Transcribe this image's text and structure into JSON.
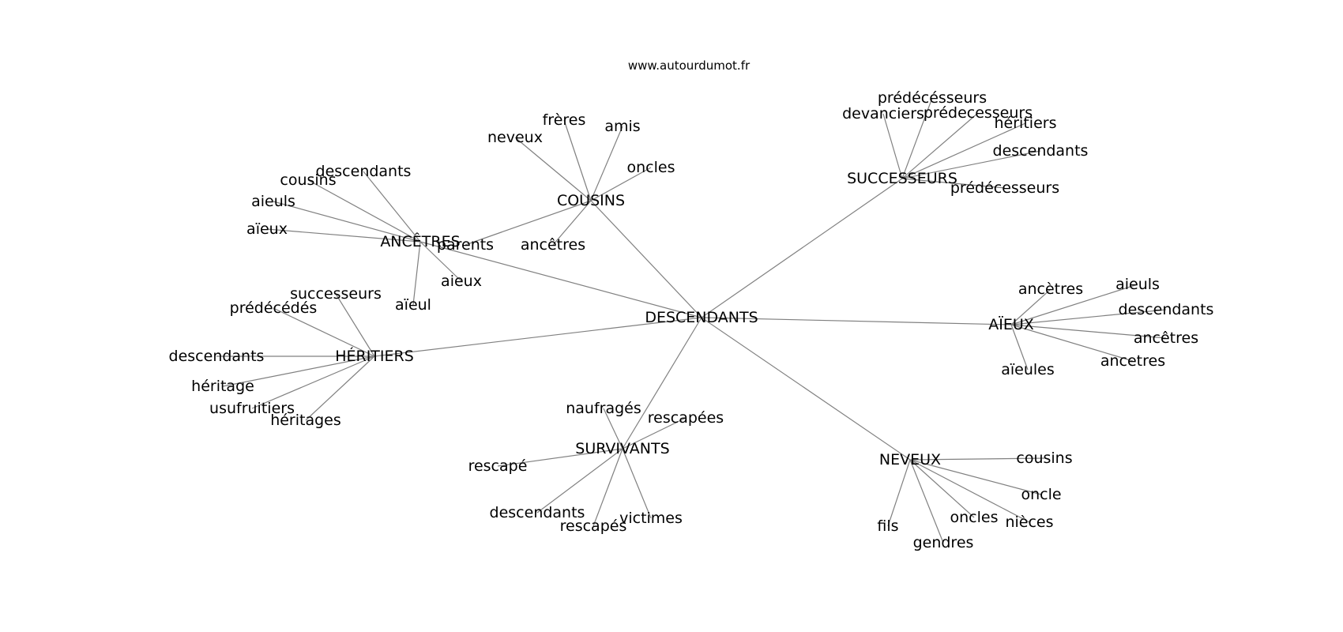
{
  "source": "www.autourdumot.fr",
  "graph": {
    "root": "DESCENDANTS",
    "hubs": [
      {
        "label": "COUSINS",
        "leaves": [
          "neveux",
          "frères",
          "amis",
          "oncles",
          "ancêtres",
          "parents"
        ]
      },
      {
        "label": "ANCÊTRES",
        "leaves": [
          "descendants",
          "cousins",
          "aieuls",
          "aïeux",
          "aieux",
          "aïeul"
        ]
      },
      {
        "label": "HÉRITIERS",
        "leaves": [
          "successeurs",
          "prédécédés",
          "descendants",
          "héritage",
          "usufruitiers",
          "héritages"
        ]
      },
      {
        "label": "SUCCESSEURS",
        "leaves": [
          "prédécésseurs",
          "devanciers",
          "prédecesseurs",
          "héritiers",
          "descendants",
          "prédécesseurs"
        ]
      },
      {
        "label": "AÏEUX",
        "leaves": [
          "ancètres",
          "aieuls",
          "descendants",
          "ancêtres",
          "ancetres",
          "aïeules"
        ]
      },
      {
        "label": "SURVIVANTS",
        "leaves": [
          "naufragés",
          "rescapées",
          "rescapé",
          "descendants",
          "rescapés",
          "victimes"
        ]
      },
      {
        "label": "NEVEUX",
        "leaves": [
          "cousins",
          "oncle",
          "oncles",
          "nièces",
          "fils",
          "gendres"
        ]
      }
    ]
  }
}
